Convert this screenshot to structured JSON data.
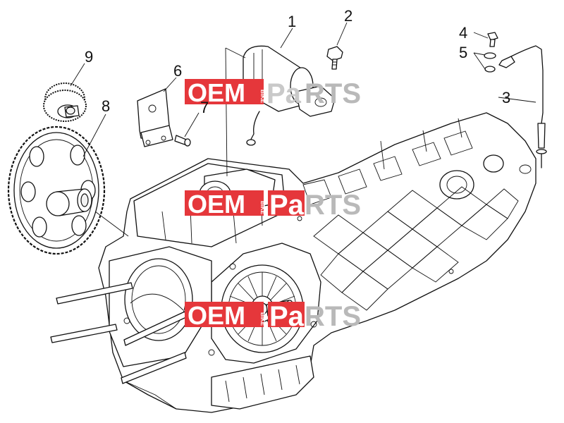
{
  "callouts": [
    "1",
    "2",
    "3",
    "4",
    "5",
    "6",
    "7",
    "8",
    "9"
  ],
  "watermark": {
    "left_text": "OEM",
    "small_text": "BIKE",
    "mid_text": "Pa",
    "right_text": "RTS",
    "accent_color": "#e5373b",
    "gray_color": "#b9b9b9"
  }
}
